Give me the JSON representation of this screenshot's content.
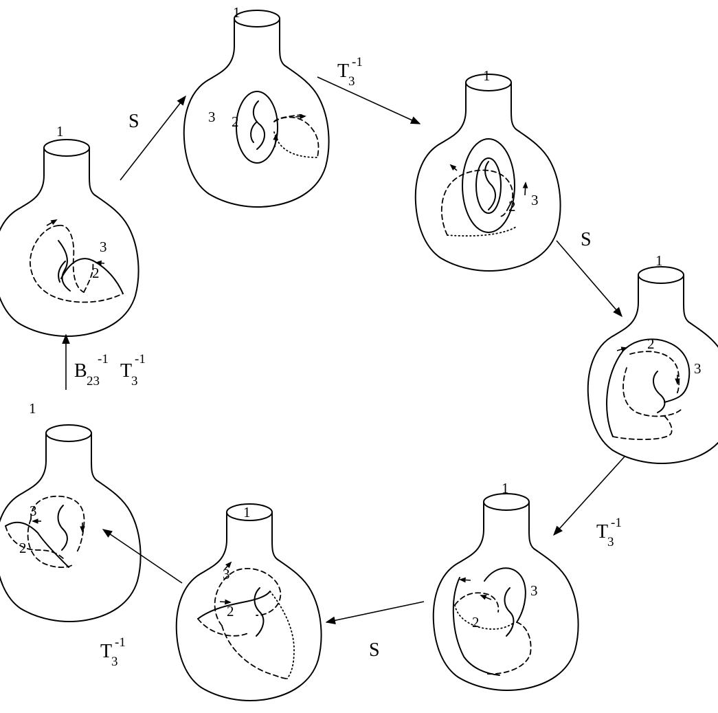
{
  "labels": {
    "one": "1",
    "two": "2",
    "three": "3"
  },
  "transitions": {
    "s": "S",
    "t": "T",
    "t_sub": "3",
    "t_exp": "-1",
    "b": "B",
    "b_sub": "23",
    "b_exp": "-1"
  }
}
